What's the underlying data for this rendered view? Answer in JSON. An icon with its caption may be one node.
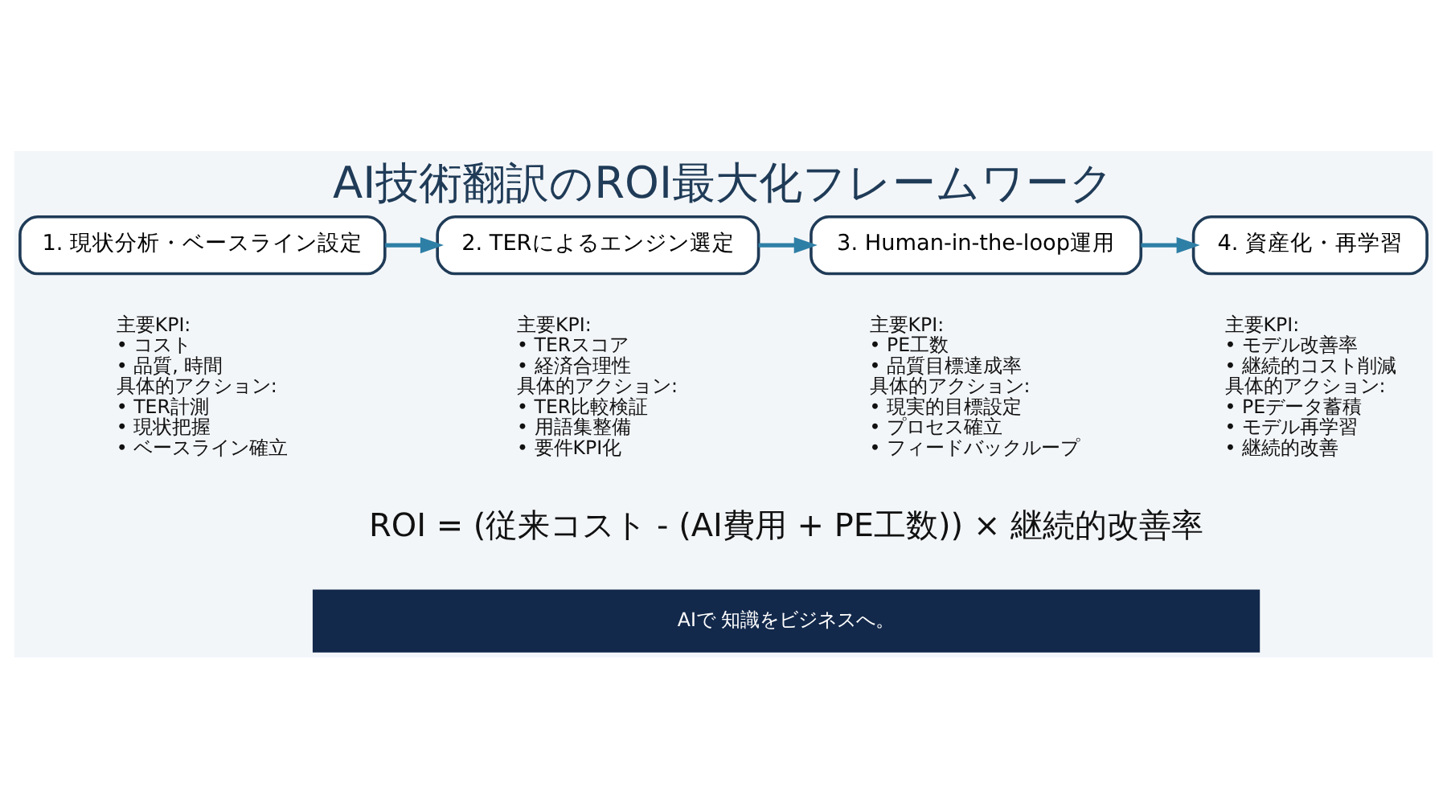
{
  "diagram": {
    "title": "AI技術翻訳のROI最大化フレームワーク",
    "nodes": [
      {
        "text": [
          "1. 現状分析・ベースライン設定"
        ],
        "beside": [
          "主要KPI:",
          "• コスト",
          "• 品質, 時間",
          "具体的アクション:",
          "• TER計測",
          "• 現状把握",
          "• ベースライン確立"
        ]
      },
      {
        "text": [
          "2. TERによるエンジン選定"
        ],
        "beside": [
          "主要KPI:",
          "• TERスコア",
          "• 経済合理性",
          "具体的アクション:",
          "• TER比較検証",
          "• 用語集整備",
          "• 要件KPI化"
        ]
      },
      {
        "text": [
          "3. Human-in-the-loop運用"
        ],
        "beside": [
          "主要KPI:",
          "• PE工数",
          "• 品質目標達成率",
          "具体的アクション:",
          "• 現実的目標設定",
          "• プロセス確立",
          "• フィードバックループ"
        ]
      },
      {
        "text": [
          "4. 資産化・再学習"
        ],
        "beside": [
          "主要KPI:",
          "• モデル改善率",
          "• 継続的コスト削減",
          "具体的アクション:",
          "• PEデータ蓄積",
          "• モデル再学習",
          "• 継続的改善"
        ]
      }
    ],
    "edges": [
      {
        "from": 0,
        "to": 1,
        "arrow": "to"
      },
      {
        "from": 1,
        "to": 2,
        "arrow": "to"
      },
      {
        "from": 2,
        "to": 3,
        "arrow": "to"
      }
    ],
    "labels": [
      "ROI = (従来コスト - (AI費用 + PE工数)) × 継続的改善率",
      "AIで 知識をビジネスへ。"
    ]
  }
}
